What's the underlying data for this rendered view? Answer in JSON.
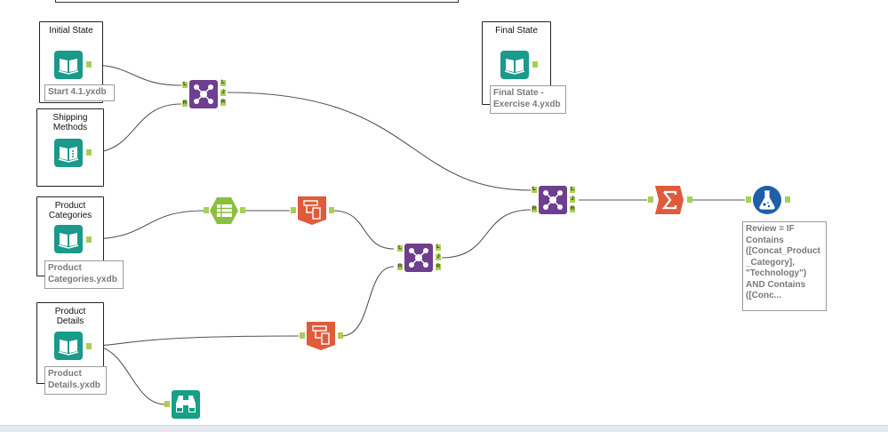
{
  "containers": {
    "initial_state": {
      "title": "Initial State"
    },
    "shipping_methods": {
      "title": "Shipping\nMethods"
    },
    "product_categories": {
      "title": "Product\nCategories"
    },
    "product_details": {
      "title": "Product\nDetails"
    },
    "final_state": {
      "title": "Final State"
    }
  },
  "annotations": {
    "start": "Start 4.1.yxdb",
    "product_categories": "Product\nCategories.yxdb",
    "product_details": "Product\nDetails.yxdb",
    "final_state": "Final State -\nExercise 4.yxdb",
    "formula": "Review = IF\nContains\n([Concat_Product\n_Category],\n\"Technology\")\nAND Contains\n([Conc..."
  },
  "join_ports": {
    "left": "L",
    "right": "R",
    "out_left": "L",
    "out_join": "J",
    "out_right": "R"
  },
  "icons": {
    "input": "book-input-icon",
    "join": "join-icon",
    "select": "select-columns-icon",
    "transpose": "transpose-icon",
    "summarize": "summarize-sigma-icon",
    "formula": "flask-formula-icon",
    "browse": "binoculars-browse-icon"
  },
  "colors": {
    "input": "#1a9a8a",
    "join": "#6d3f8e",
    "select": "#8bbf3f",
    "transpose": "#e05a3c",
    "summarize": "#e05a3c",
    "formula": "#1e5fa8",
    "browse": "#16a085",
    "port": "#a9cf54",
    "connector": "#555555"
  }
}
